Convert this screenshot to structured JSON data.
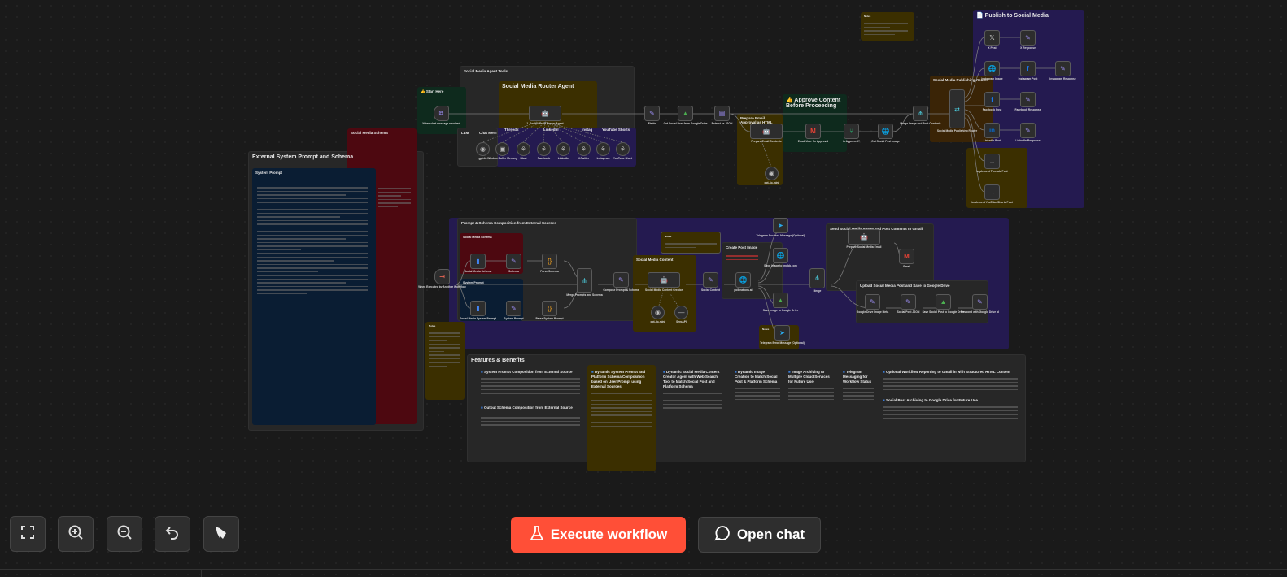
{
  "groups": {
    "external": "External System Prompt and Schema",
    "social_schema": "Social Media Schema",
    "system_prompt": "System Prompt",
    "start": "👍 Start Here",
    "agent_tools": "Social Media Agent Tools",
    "router_agent": "Social Media Router Agent",
    "tool_llm": "LLM",
    "tool_mem": "Chat Mem",
    "tool_threads": "Threads",
    "tool_linkedin": "LinkedIn",
    "tool_insta": "Instag",
    "tool_yt": "YouTube Shorts",
    "prep_email": "Prepare Email Approval as HTML",
    "approve": "👍 Approve Content Before Proceeding",
    "notes": "Notes",
    "publish": "📄 Publish to Social Media",
    "pub_router": "Social Media Publishing Router",
    "composition": "Prompt & Schema Composition from External Sources",
    "b_schema": "Social Media Schema",
    "b_prompt": "System Prompt",
    "content": "Social Media Content",
    "create_image": "Create Post Image",
    "send_gmail": "Send Social Media Image and Post Contents to Gmail",
    "upload": "Upload Social Media Post and Save to Google Drive",
    "features": "Features & Benefits"
  },
  "nodes": [
    {
      "label": "When chat message received"
    },
    {
      "label": "1. Social Media Router Agent"
    },
    {
      "label": "Fields"
    },
    {
      "label": "Get Social Post from Google Drive"
    },
    {
      "label": "Extract as JSON"
    },
    {
      "label": "Prepare Email Contents"
    },
    {
      "label": "Email User for Approval"
    },
    {
      "label": "is Approved?"
    },
    {
      "label": "Get Social Post Image"
    },
    {
      "label": "Merge Image and Post Contents"
    },
    {
      "label": "Social Media Publishing Router"
    },
    {
      "label": "X Post"
    },
    {
      "label": "X Response"
    },
    {
      "label": "Instagram Image"
    },
    {
      "label": "Instagram Post"
    },
    {
      "label": "Instagram Response"
    },
    {
      "label": "Facebook Post"
    },
    {
      "label": "Facebook Response"
    },
    {
      "label": "LinkedIn Post"
    },
    {
      "label": "LinkedIn Response"
    },
    {
      "label": "Implement Threads Post"
    },
    {
      "label": "Implement YouTube Shorts Post"
    },
    {
      "label": "gpt-4o"
    },
    {
      "label": "Window Buffer Memory"
    },
    {
      "label": "Blast"
    },
    {
      "label": "Facebook"
    },
    {
      "label": "LinkedIn"
    },
    {
      "label": "X-Twitter"
    },
    {
      "label": "Instagram"
    },
    {
      "label": "YouTube Short"
    },
    {
      "label": "gpt-4o-mini"
    },
    {
      "label": "When Executed by Another Workflow"
    },
    {
      "label": "Social Media Schema"
    },
    {
      "label": "Schema"
    },
    {
      "label": "Parse Schema"
    },
    {
      "label": "Social Media System Prompt"
    },
    {
      "label": "System Prompt"
    },
    {
      "label": "Parse System Prompt"
    },
    {
      "label": "Merge Prompts and Schema"
    },
    {
      "label": "Compose Prompt & Schema"
    },
    {
      "label": "Social Media Content Creator"
    },
    {
      "label": "gpt-4o-mini"
    },
    {
      "label": "SerpAPI"
    },
    {
      "label": "Social Content"
    },
    {
      "label": "pollinations.ai"
    },
    {
      "label": "Telegram Success Message (Optional)"
    },
    {
      "label": "Save Image to Imgbb.com"
    },
    {
      "label": "Save Image to Google Drive"
    },
    {
      "label": "Telegram Error Message (Optional)"
    },
    {
      "label": "Merge"
    },
    {
      "label": "Prepare Social Media Email"
    },
    {
      "label": "Gmail"
    },
    {
      "label": "Google Drive Image Meta"
    },
    {
      "label": "Social Post JSON"
    },
    {
      "label": "Save Social Post to Google Drive"
    },
    {
      "label": "Respond with Google Drive Id"
    }
  ],
  "features": [
    "System Prompt Composition from External Source",
    "Output Schema Composition from External Source",
    "Dynamic System Prompt and Platform Schema Composition based on User Prompt using External Sources",
    "Dynamic Social Media Content Creator Agent with Web Search Tool to Match Social Post and Platform Schema",
    "Dynamic Image Creation to Match Social Post & Platform Schema",
    "Image Archiving to Multiple Cloud Services for Future Use",
    "Telegram Messaging for Workflow Status",
    "Optional Workflow Reporting to Gmail in with Structured HTML Content",
    "Social Post Archiving to Google Drive for Future Use"
  ],
  "toolbar": {
    "execute": "Execute workflow",
    "open_chat": "Open chat"
  }
}
